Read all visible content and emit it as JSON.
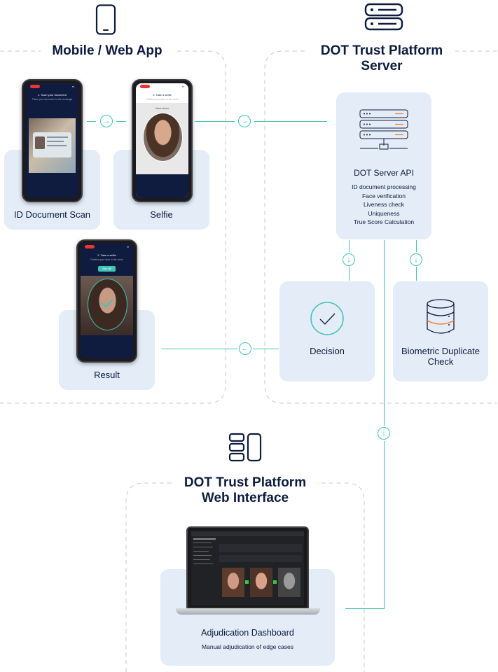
{
  "mobile": {
    "title": "Mobile / Web App",
    "icon": "smartphone-icon",
    "id_scan": {
      "label": "ID Document Scan",
      "step_title": "1. Scan your document",
      "step_sub": "Place your document in the rectangle"
    },
    "selfie": {
      "label": "Selfie",
      "step_title": "2. Take a selfie",
      "step_sub": "Position your face in the circle",
      "hint": "Move closer"
    },
    "result": {
      "label": "Result",
      "step_title": "2. Take a selfie",
      "step_sub": "Position your face in the circle",
      "badge": "Stay still"
    }
  },
  "server": {
    "title_line1": "DOT Trust Platform",
    "title_line2": "Server",
    "icon": "server-icon",
    "api": {
      "title": "DOT Server API",
      "items": [
        "ID document processing",
        "Face verification",
        "Liveness check",
        "Uniqueness",
        "True Score Calculation"
      ]
    },
    "decision": {
      "label": "Decision"
    },
    "duplicate": {
      "label_line1": "Biometric Duplicate",
      "label_line2": "Check"
    }
  },
  "web": {
    "title_line1": "DOT Trust Platform",
    "title_line2": "Web Interface",
    "icon": "dashboard-icon",
    "dashboard": {
      "title": "Adjudication Dashboard",
      "subtitle": "Manual adjudication of edge cases"
    }
  },
  "colors": {
    "accent": "#3fc4b5",
    "card": "#e3ecf7",
    "navy": "#0d1b3d"
  }
}
